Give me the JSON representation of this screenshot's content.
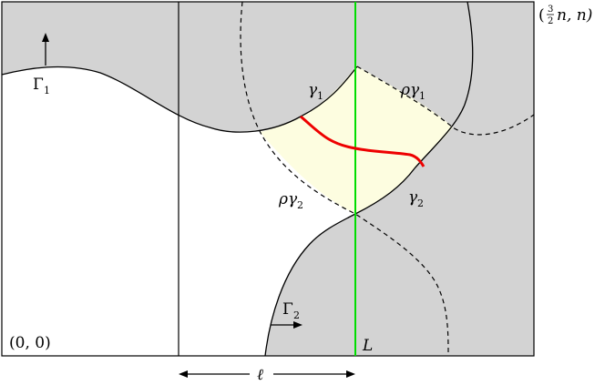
{
  "labels": {
    "corner_bottom_left": "(0, 0)",
    "corner_top_right": {
      "open": "(",
      "frac_num": "3",
      "frac_den": "2",
      "rest": "n, n)"
    },
    "gamma1_boundary": {
      "base": "Γ",
      "sub": "1"
    },
    "gamma2_boundary": {
      "base": "Γ",
      "sub": "2"
    },
    "curve_gamma1": {
      "base": "γ",
      "sub": "1"
    },
    "curve_gamma2": {
      "base": "γ",
      "sub": "2"
    },
    "curve_rho_gamma1": {
      "prefix": "ρ",
      "base": "γ",
      "sub": "1"
    },
    "curve_rho_gamma2": {
      "prefix": "ρ",
      "base": "γ",
      "sub": "2"
    },
    "line_L": "L",
    "ell": "ℓ"
  },
  "colors": {
    "shaded_region": "#d3d3d3",
    "highlight_region": "#fdfde0",
    "vertical_line_L": "#00dd00",
    "crossing_path": "#ee0000",
    "outline": "#000000"
  }
}
